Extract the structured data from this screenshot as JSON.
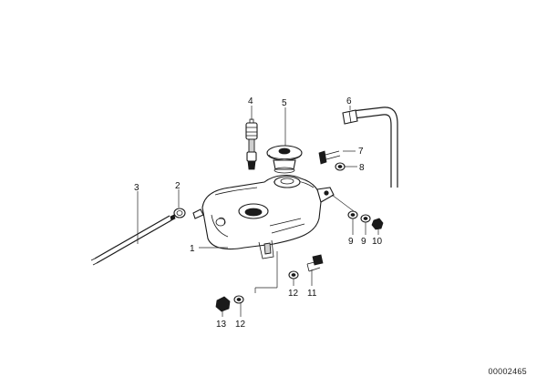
{
  "document_number": "00002465",
  "callouts": [
    {
      "id": "c1",
      "text": "1"
    },
    {
      "id": "c2",
      "text": "2"
    },
    {
      "id": "c3",
      "text": "3"
    },
    {
      "id": "c4",
      "text": "4"
    },
    {
      "id": "c5",
      "text": "5"
    },
    {
      "id": "c6",
      "text": "6"
    },
    {
      "id": "c7",
      "text": "7"
    },
    {
      "id": "c8",
      "text": "8"
    },
    {
      "id": "c9a",
      "text": "9"
    },
    {
      "id": "c9b",
      "text": "9"
    },
    {
      "id": "c10",
      "text": "10"
    },
    {
      "id": "c11",
      "text": "11"
    },
    {
      "id": "c12a",
      "text": "12"
    },
    {
      "id": "c12b",
      "text": "12"
    },
    {
      "id": "c13",
      "text": "13"
    }
  ],
  "parts": [
    {
      "callout": "1",
      "icon": "expansion-tank-icon"
    },
    {
      "callout": "2",
      "icon": "hose-clamp-icon"
    },
    {
      "callout": "3",
      "icon": "overflow-hose-icon"
    },
    {
      "callout": "4",
      "icon": "level-sensor-icon"
    },
    {
      "callout": "5",
      "icon": "radiator-cap-icon"
    },
    {
      "callout": "6",
      "icon": "bent-hose-icon"
    },
    {
      "callout": "7",
      "icon": "bolt-icon"
    },
    {
      "callout": "8",
      "icon": "washer-icon"
    },
    {
      "callout": "9",
      "icon": "washer-icon"
    },
    {
      "callout": "10",
      "icon": "nut-icon"
    },
    {
      "callout": "11",
      "icon": "bolt-icon"
    },
    {
      "callout": "12",
      "icon": "washer-icon"
    },
    {
      "callout": "13",
      "icon": "nut-icon"
    }
  ]
}
